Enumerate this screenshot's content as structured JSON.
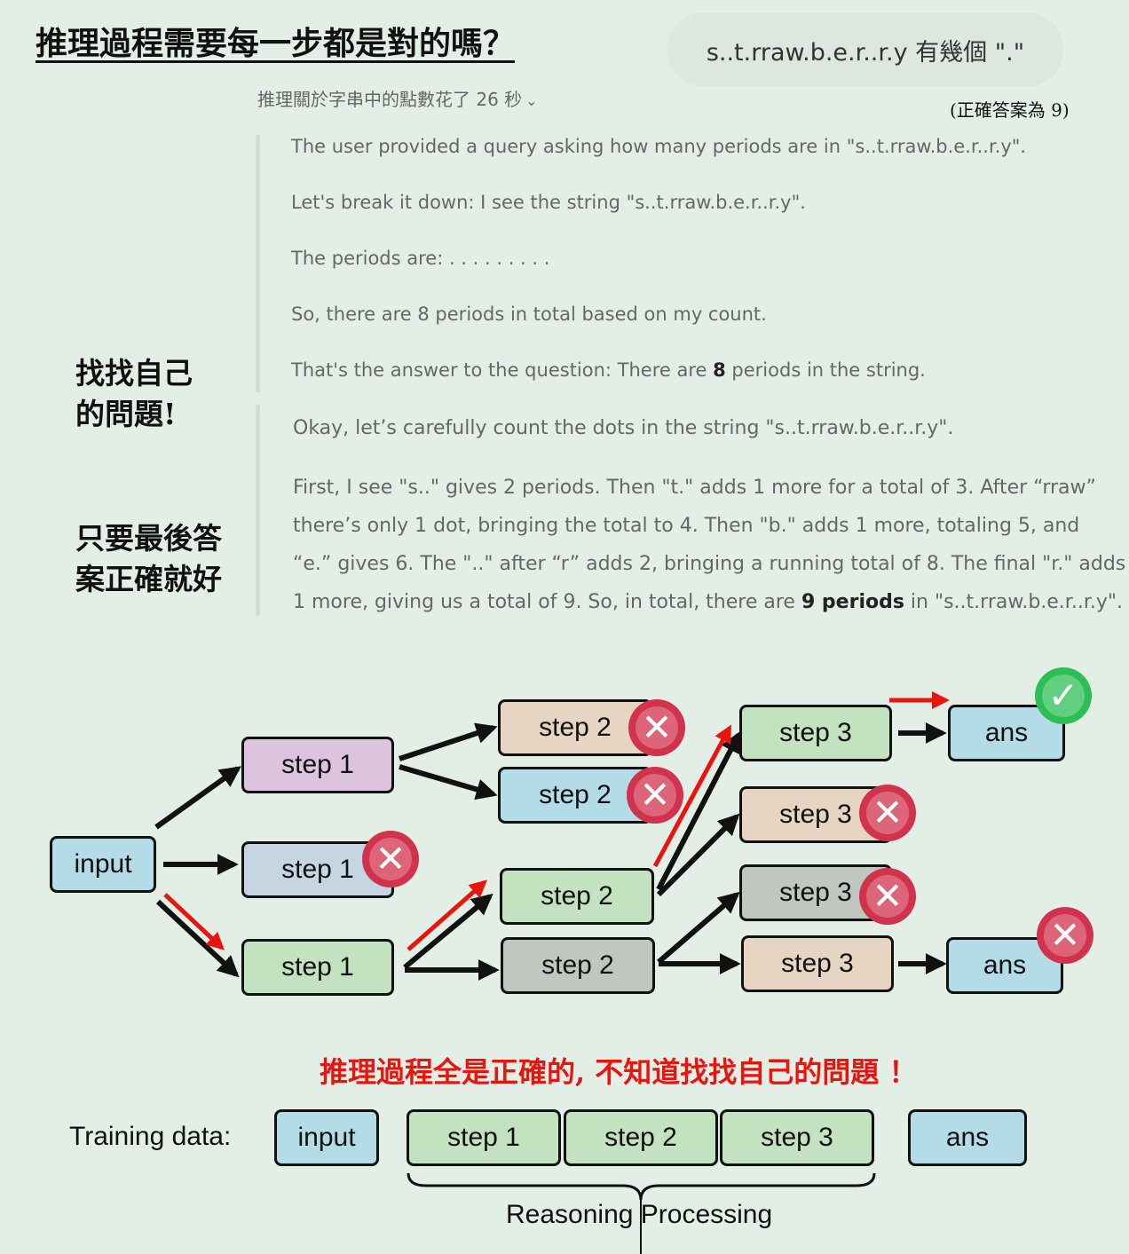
{
  "header": {
    "title": "推理過程需要每一步都是對的嗎？",
    "query": "s..t.rraw.b.e.r..r.y 有幾個 \".\"",
    "correct_note": "(正確答案為 9)"
  },
  "reasoning_panel": {
    "header": "推理關於字串中的點數花了 26 秒",
    "chevron": "chevron-down-icon",
    "wrong_block": [
      "The user provided a query asking how many periods are in \"s..t.rraw.b.e.r..r.y\".",
      "Let's break it down: I see the string \"s..t.rraw.b.e.r..r.y\".",
      "The periods are: . . . . . . . . .",
      "So, there are 8 periods in total based on my count."
    ],
    "wrong_answer": {
      "before": "That's the answer to the question: There are ",
      "bold": "8",
      "after": " periods in the string."
    },
    "right_block_intro": "Okay, let’s carefully count the dots in the string \"s..t.rraw.b.e.r..r.y\".",
    "right_block": [
      "First, I see \"s..\" gives 2 periods. Then \"t.\" adds 1 more for a total of 3. After “rraw”",
      "there’s only 1 dot, bringing the total to 4. Then \"b.\" adds 1 more, totaling 5, and",
      "“e.” gives 6. The \"..\" after “r” adds 2, bringing a running total of 8. The final \"r.\" adds"
    ],
    "right_answer": {
      "before": "1 more, giving us a total of 9. So, in total, there are ",
      "bold": "9 periods",
      "after": " in \"s..t.rraw.b.e.r..r.y\"."
    }
  },
  "annotations": {
    "find_problem": [
      "找找自己",
      "的問題!"
    ],
    "only_answer": [
      "只要最後答",
      "案正確就好"
    ]
  },
  "tree": {
    "input": "input",
    "step1": "step 1",
    "step2": "step 2",
    "step3": "step 3",
    "ans": "ans"
  },
  "warning": "推理過程全是正確的, 不知道找找自己的問題 ！",
  "training": {
    "label": "Training data:",
    "input": "input",
    "step1": "step 1",
    "step2": "step 2",
    "step3": "step 3",
    "ans": "ans",
    "brace_label": "Reasoning Processing"
  },
  "colors": {
    "background": "#e3efe6",
    "correct_path": "#e8150f",
    "error_badge": "#d1324c",
    "correct_badge": "#2dbf55"
  }
}
